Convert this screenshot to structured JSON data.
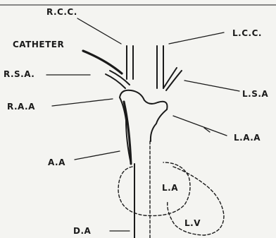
{
  "labels": {
    "rcc": "R.C.C.",
    "lcc": "L.C.C.",
    "catheter": "CATHETER",
    "rsa": "R.S.A.",
    "lsa": "L.S.A",
    "raa": "R.A.A",
    "laa": "L.A.A",
    "aa": "A.A",
    "la": "L.A",
    "lv": "L.V",
    "da": "D.A"
  }
}
